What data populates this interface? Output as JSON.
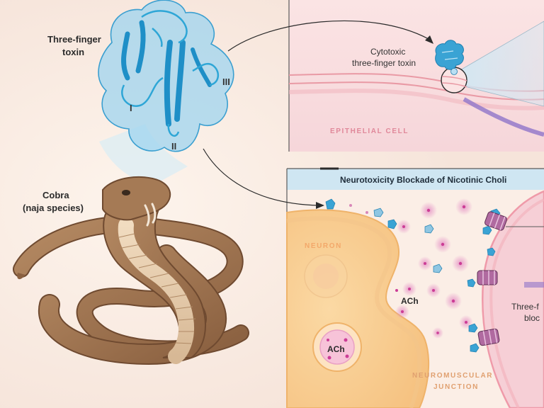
{
  "labels": {
    "toxin_title_line1": "Three-finger",
    "toxin_title_line2": "toxin",
    "finger_I": "I",
    "finger_II": "II",
    "finger_III": "III",
    "cobra_line1": "Cobra",
    "cobra_line2": "(naja species)",
    "cytotoxic_line1": "Cytotoxic",
    "cytotoxic_line2": "three-finger toxin",
    "epithelial": "EPITHELIAL CELL",
    "neuro_header": "Neurotoxicity Blockade of Nicotinic Choli",
    "neuron": "NEURON",
    "ach_vesicle": "ACh",
    "ach_cleft": "ACh",
    "nmj_line1": "NEUROMUSCULAR",
    "nmj_line2": "JUNCTION",
    "block_line1": "Three-f",
    "block_line2": "bloc"
  },
  "colors": {
    "background": "#fbefe6",
    "toxin_blue": "#2ea6d6",
    "toxin_surface": "#9fd4ef",
    "cell_pink": "#f0a7b0",
    "neuron_orange": "#f7c98a",
    "ach_magenta": "#cc3d96",
    "header_bg": "#cfe6f2",
    "caps_label": "#e0889a"
  }
}
